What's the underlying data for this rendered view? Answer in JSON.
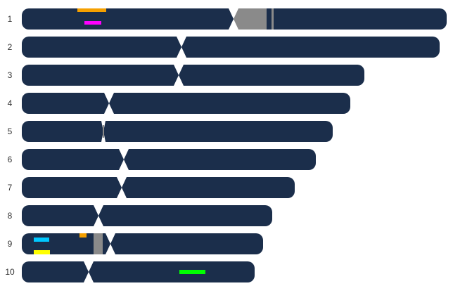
{
  "colors": {
    "chromosome": "#1b2e4b",
    "heterochromatin": "#8a8a8a",
    "background": "#ffffff"
  },
  "chromosomes": [
    {
      "label": "1",
      "annotations": [
        {
          "color": "#f5a000"
        },
        {
          "color": "#ff00ff"
        }
      ]
    },
    {
      "label": "2",
      "annotations": []
    },
    {
      "label": "3",
      "annotations": []
    },
    {
      "label": "4",
      "annotations": []
    },
    {
      "label": "5",
      "annotations": []
    },
    {
      "label": "6",
      "annotations": []
    },
    {
      "label": "7",
      "annotations": []
    },
    {
      "label": "8",
      "annotations": []
    },
    {
      "label": "9",
      "annotations": [
        {
          "color": "#00c8ff"
        },
        {
          "color": "#ffff00"
        },
        {
          "color": "#f5a000"
        }
      ]
    },
    {
      "label": "10",
      "annotations": [
        {
          "color": "#00ff00"
        }
      ]
    }
  ]
}
